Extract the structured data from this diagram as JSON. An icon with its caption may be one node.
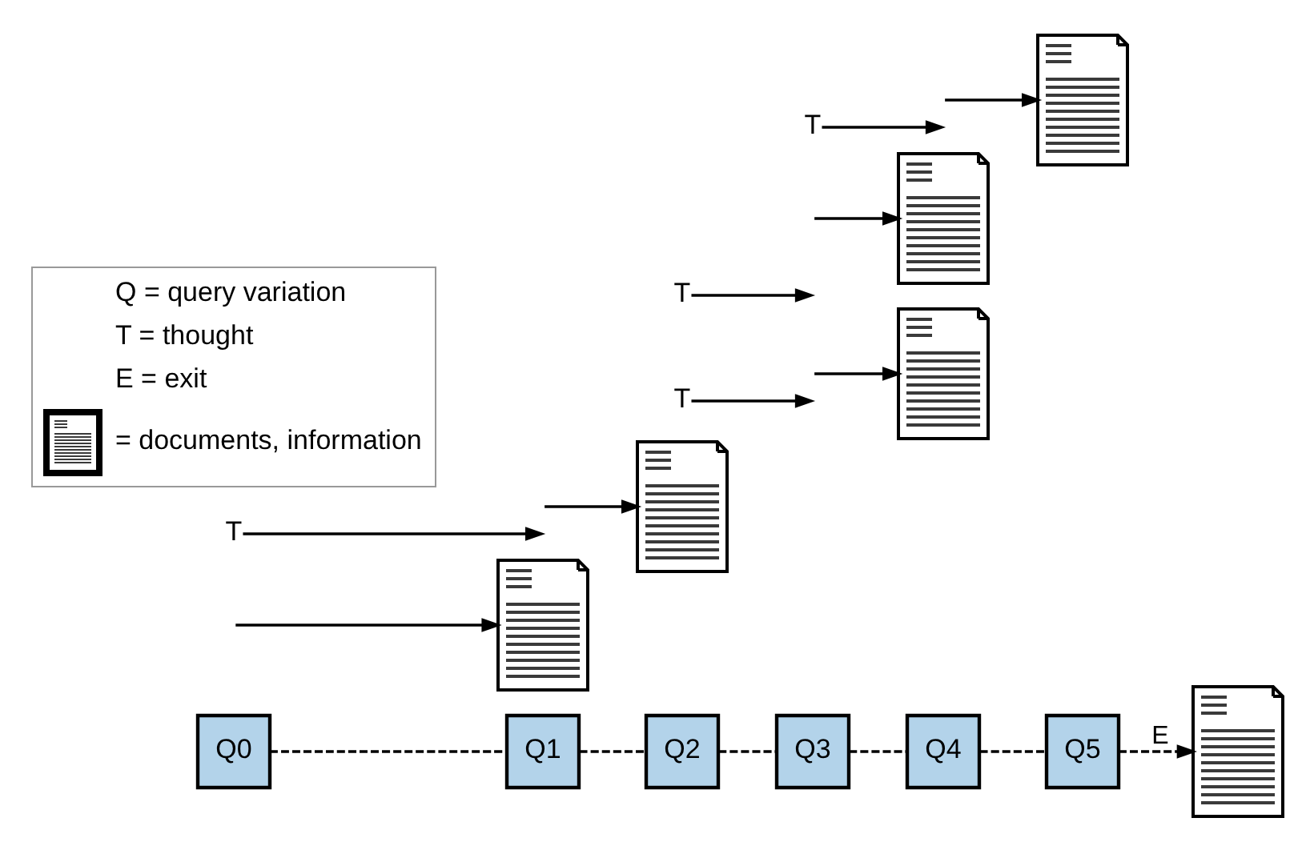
{
  "diagram": {
    "nodes": [
      {
        "text": [
          "Q0"
        ]
      },
      {
        "text": [],
        "shape": "document"
      },
      {
        "text": [
          "Q1"
        ]
      },
      {
        "text": [
          "T"
        ]
      },
      {
        "text": [],
        "shape": "document"
      },
      {
        "text": [
          "Q2"
        ]
      },
      {
        "text": [
          "T"
        ]
      },
      {
        "text": [
          "Q3"
        ]
      },
      {
        "text": [],
        "shape": "document"
      },
      {
        "text": [
          "T"
        ]
      },
      {
        "text": [],
        "shape": "document"
      },
      {
        "text": [
          "Q4"
        ]
      },
      {
        "text": [
          "T"
        ]
      },
      {
        "text": [],
        "shape": "document"
      },
      {
        "text": [
          "Q5"
        ]
      },
      {
        "text": [],
        "shape": "document"
      }
    ],
    "edges": [
      {
        "from": 0,
        "to": 2,
        "arrow": "none",
        "style": "dashed"
      },
      {
        "from": 2,
        "to": 5,
        "arrow": "none",
        "style": "dashed"
      },
      {
        "from": 5,
        "to": 7,
        "arrow": "none",
        "style": "dashed"
      },
      {
        "from": 7,
        "to": 11,
        "arrow": "none",
        "style": "dashed"
      },
      {
        "from": 11,
        "to": 14,
        "arrow": "none",
        "style": "dashed"
      },
      {
        "from": 14,
        "to": 15,
        "arrow": "to",
        "style": "dashed",
        "label": "E"
      },
      {
        "from": null,
        "to": 1,
        "arrow": "to"
      },
      {
        "from": 3,
        "to": null,
        "arrow": "to"
      },
      {
        "from": null,
        "to": 4,
        "arrow": "to"
      },
      {
        "from": 6,
        "to": null,
        "arrow": "to"
      },
      {
        "from": null,
        "to": 8,
        "arrow": "to"
      },
      {
        "from": 9,
        "to": null,
        "arrow": "to"
      },
      {
        "from": null,
        "to": 10,
        "arrow": "to"
      },
      {
        "from": 12,
        "to": null,
        "arrow": "to"
      },
      {
        "from": null,
        "to": 13,
        "arrow": "to"
      }
    ],
    "legend": [
      {
        "text": "Q = query variation"
      },
      {
        "text": "T = thought"
      },
      {
        "text": "E = exit"
      },
      {
        "text": "= documents, information"
      }
    ]
  }
}
